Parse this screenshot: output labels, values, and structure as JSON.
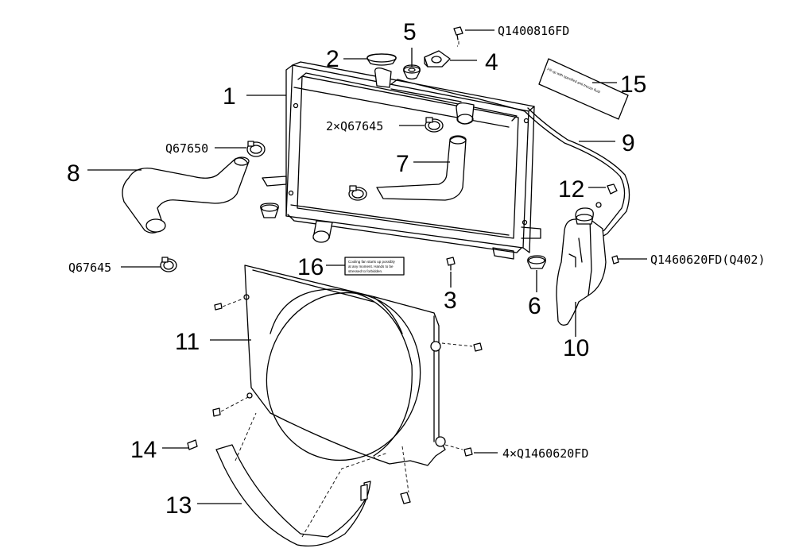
{
  "callouts": {
    "c1": "1",
    "c2": "2",
    "c3": "3",
    "c4": "4",
    "c5": "5",
    "c6": "6",
    "c7": "7",
    "c8": "8",
    "c9": "9",
    "c10": "10",
    "c11": "11",
    "c12": "12",
    "c13": "13",
    "c14": "14",
    "c15": "15",
    "c16": "16"
  },
  "codes": {
    "bolt_top": "Q1400816FD",
    "clamp_2x": "2×Q67645",
    "clamp_hose8": "Q67650",
    "clamp_left": "Q67645",
    "bolt_tank": "Q1460620FD(Q402)",
    "bolt_shroud": "4×Q1460620FD"
  },
  "labels": {
    "label15": "Fill up with specified anti-freeze fluid",
    "label16_l1": "Cooling fan starts up possibly",
    "label16_l2": "at any moment. Hands to be",
    "label16_l3": "stressed to forbidden."
  }
}
